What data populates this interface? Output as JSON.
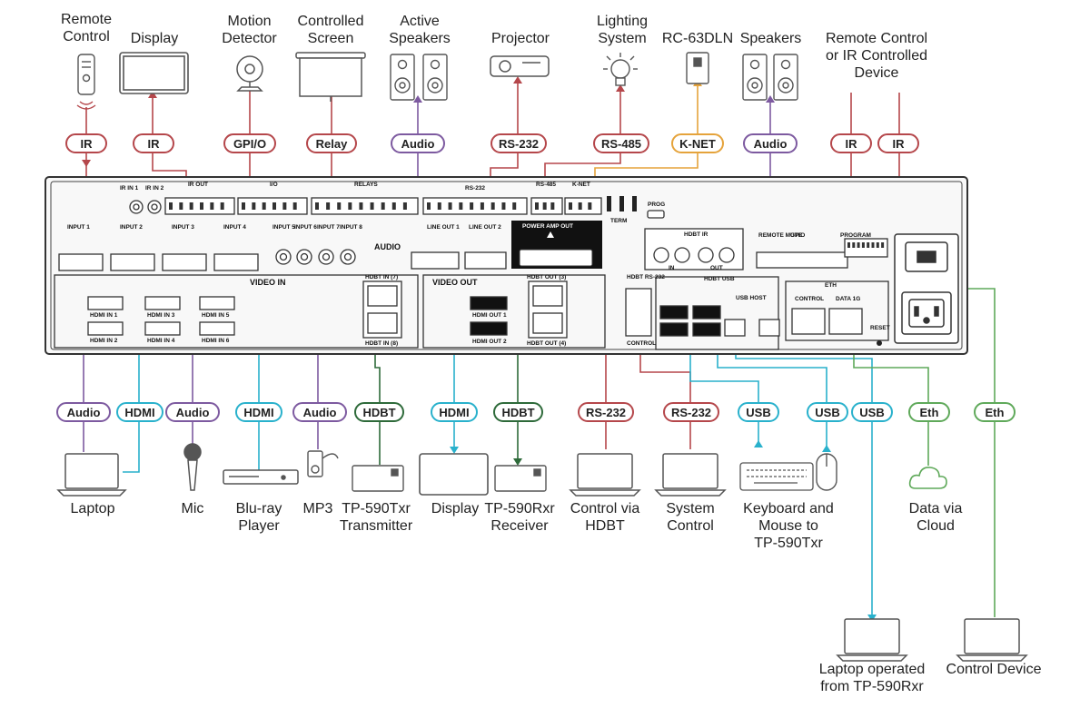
{
  "colors": {
    "ir": "#b5474b",
    "gpio": "#b5474b",
    "relay": "#b5474b",
    "audio": "#7d5aa0",
    "rs232": "#b5474b",
    "rs485": "#b5474b",
    "knet": "#e5a33b",
    "hdmi": "#29b1cc",
    "hdbt": "#2e6a3a",
    "usb": "#29b1cc",
    "eth": "#5fa95a",
    "panel": "#333333"
  },
  "top_devices": [
    {
      "id": "remote",
      "label": "Remote\nControl",
      "icon": "remote-control-icon"
    },
    {
      "id": "display_top",
      "label": "Display",
      "icon": "display-icon"
    },
    {
      "id": "motion",
      "label": "Motion\nDetector",
      "icon": "motion-detector-icon"
    },
    {
      "id": "screen",
      "label": "Controlled\nScreen",
      "icon": "projection-screen-icon"
    },
    {
      "id": "active_speakers",
      "label": "Active\nSpeakers",
      "icon": "speakers-icon"
    },
    {
      "id": "projector",
      "label": "Projector",
      "icon": "projector-icon"
    },
    {
      "id": "lighting",
      "label": "Lighting\nSystem",
      "icon": "light-bulb-icon"
    },
    {
      "id": "rc63",
      "label": "RC-63DLN",
      "icon": "keypad-icon"
    },
    {
      "id": "speakers",
      "label": "Speakers",
      "icon": "speakers-icon"
    },
    {
      "id": "remote_ir",
      "label": "Remote Control\nor IR Controlled\nDevice",
      "icon": ""
    }
  ],
  "top_pills": [
    "IR",
    "IR",
    "GPI/O",
    "Relay",
    "Audio",
    "RS-232",
    "RS-485",
    "K-NET",
    "Audio",
    "IR",
    "IR"
  ],
  "bottom_pills": [
    "Audio",
    "HDMI",
    "Audio",
    "HDMI",
    "Audio",
    "HDBT",
    "HDMI",
    "HDBT",
    "RS-232",
    "RS-232",
    "USB",
    "USB",
    "USB",
    "Eth",
    "Eth"
  ],
  "bottom_devices": [
    {
      "id": "laptop",
      "label": "Laptop",
      "icon": "laptop-icon"
    },
    {
      "id": "mic",
      "label": "Mic",
      "icon": "microphone-icon"
    },
    {
      "id": "bluray",
      "label": "Blu-ray\nPlayer",
      "icon": "bluray-player-icon"
    },
    {
      "id": "mp3",
      "label": "MP3",
      "icon": "mp3-player-icon"
    },
    {
      "id": "tp590txr",
      "label": "TP-590Txr\nTransmitter",
      "icon": "transmitter-icon"
    },
    {
      "id": "display_bottom",
      "label": "Display",
      "icon": "display-icon"
    },
    {
      "id": "tp590rxr",
      "label": "TP-590Rxr\nReceiver",
      "icon": "receiver-icon"
    },
    {
      "id": "control_hdbt",
      "label": "Control via\nHDBT",
      "icon": "laptop-icon"
    },
    {
      "id": "system_control",
      "label": "System\nControl",
      "icon": "laptop-icon"
    },
    {
      "id": "kbm",
      "label": "Keyboard and\nMouse to\nTP-590Txr",
      "icon": "keyboard-mouse-icon"
    },
    {
      "id": "cloud",
      "label": "Data via\nCloud",
      "icon": "cloud-icon"
    },
    {
      "id": "laptop_remote",
      "label": "Laptop operated\nfrom TP-590Rxr",
      "icon": "laptop-icon"
    },
    {
      "id": "control_device",
      "label": "Control Device",
      "icon": "laptop-icon"
    }
  ],
  "panel": {
    "ports": {
      "ir_in_1": "IR IN 1",
      "ir_in_2": "IR IN 2",
      "ir_out": "IR OUT",
      "io": "I/O",
      "relays": "RELAYS",
      "rs232": "RS-232",
      "rs485": "RS-485",
      "knet": "K-NET",
      "prog": "PROG",
      "term": "TERM",
      "hdbt_ir": "HDBT IR",
      "in": "IN",
      "out": "OUT",
      "remote_mute": "REMOTE MUTE",
      "gpio": "GPIO",
      "program": "PROGRAM",
      "input1": "INPUT 1",
      "input2": "INPUT 2",
      "input3": "INPUT 3",
      "input4": "INPUT 4",
      "input5": "INPUT 5",
      "input6": "INPUT 6",
      "input7": "INPUT 7",
      "input8": "INPUT 8",
      "audio": "AUDIO",
      "line_out_1": "LINE OUT 1",
      "line_out_2": "LINE OUT 2",
      "power_amp_out": "POWER AMP OUT",
      "video_in": "VIDEO IN",
      "video_out": "VIDEO OUT",
      "hdmi_in_1": "HDMI IN 1",
      "hdmi_in_2": "HDMI IN 2",
      "hdmi_in_3": "HDMI IN 3",
      "hdmi_in_4": "HDMI IN 4",
      "hdmi_in_5": "HDMI IN 5",
      "hdmi_in_6": "HDMI IN 6",
      "hdbt_in_7": "HDBT IN (7)",
      "hdbt_in_8": "HDBT IN (8)",
      "hdmi_out_1": "HDMI OUT 1",
      "hdmi_out_2": "HDMI OUT 2",
      "hdbt_out_3": "HDBT OUT (3)",
      "hdbt_out_4": "HDBT OUT (4)",
      "hdbt_usb": "HDBT USB",
      "usb_host": "USB HOST",
      "eth": "ETH",
      "control": "CONTROL",
      "data_1g": "DATA 1G",
      "reset": "RESET",
      "control_small": "CONTROL",
      "hdbt_rs232": "HDBT RS-232"
    }
  }
}
